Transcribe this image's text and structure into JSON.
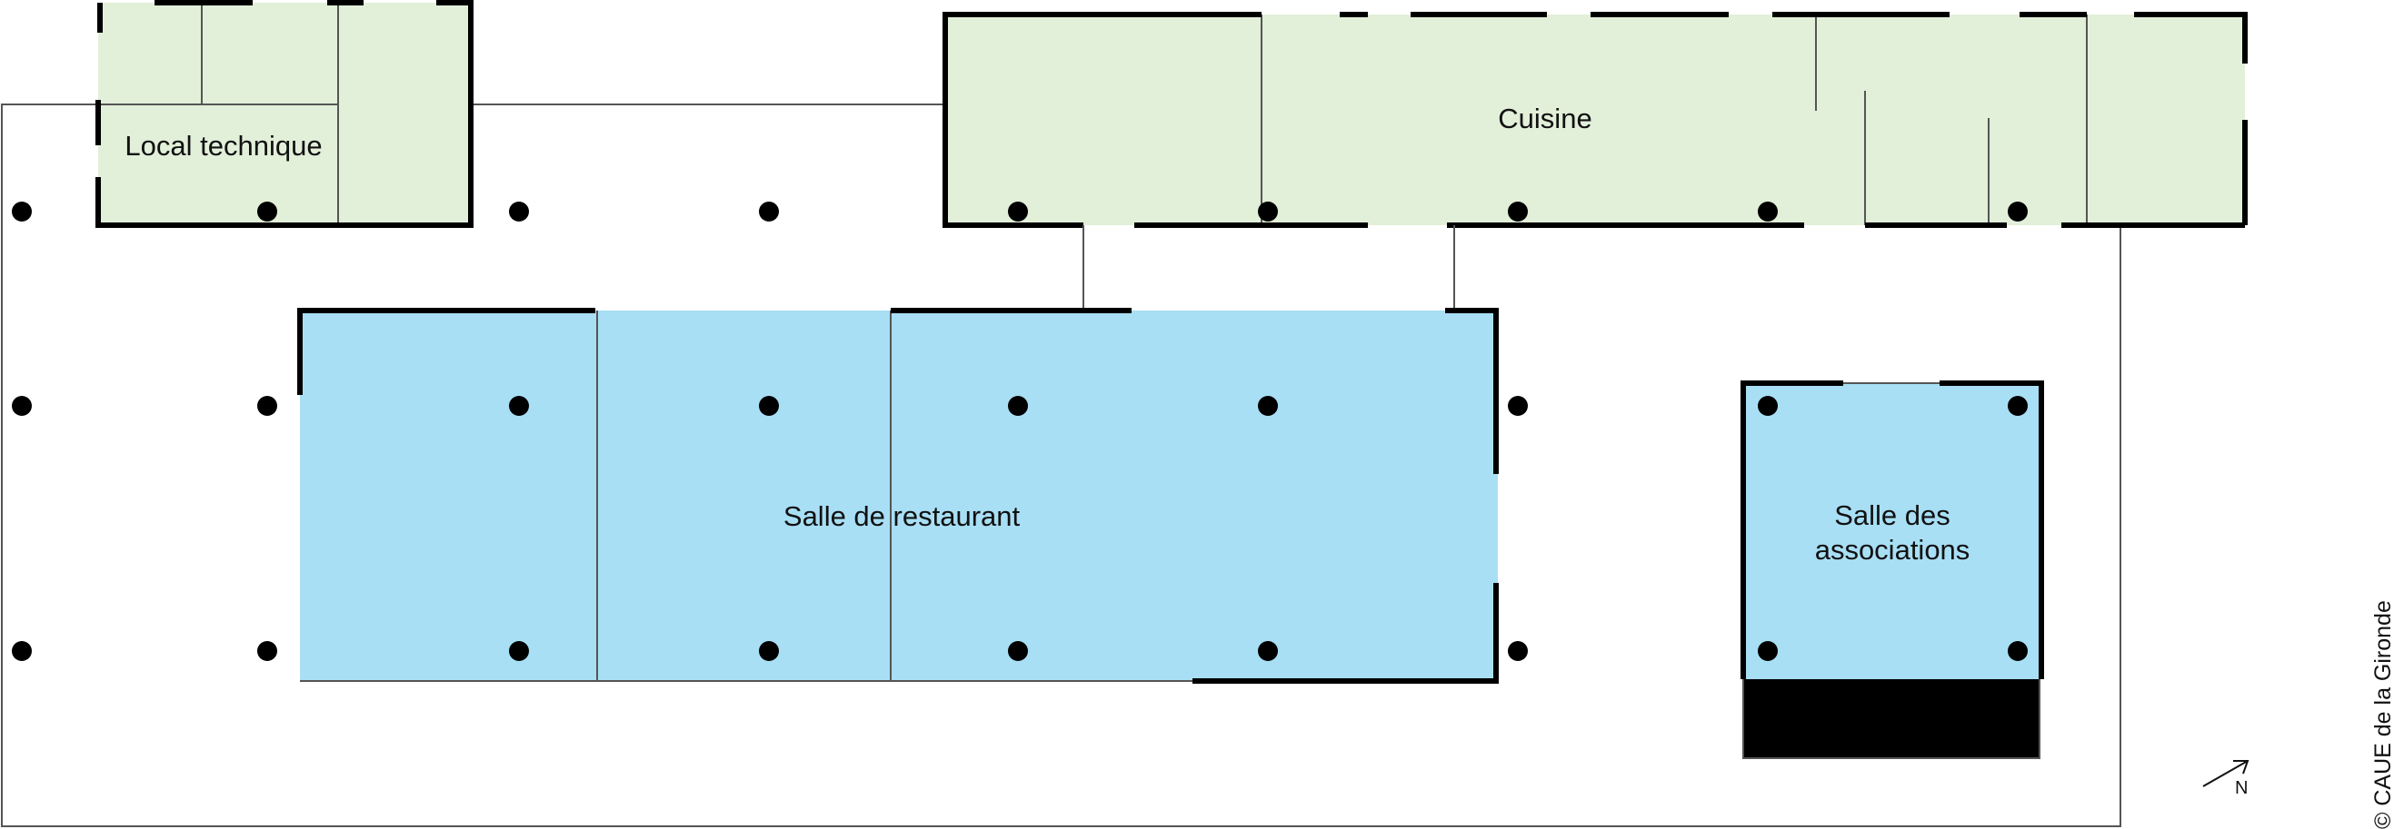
{
  "rooms": {
    "local_technique": "Local technique",
    "cuisine": "Cuisine",
    "salle_restaurant": "Salle de restaurant",
    "salle_associations": "Salle des\nassociations"
  },
  "north_label": "N",
  "credit": "© CAUE de la Gironde",
  "colors": {
    "service_green": "#e2efd9",
    "public_blue": "#a8dff5",
    "wall": "#000000",
    "thin_line": "#555555"
  }
}
